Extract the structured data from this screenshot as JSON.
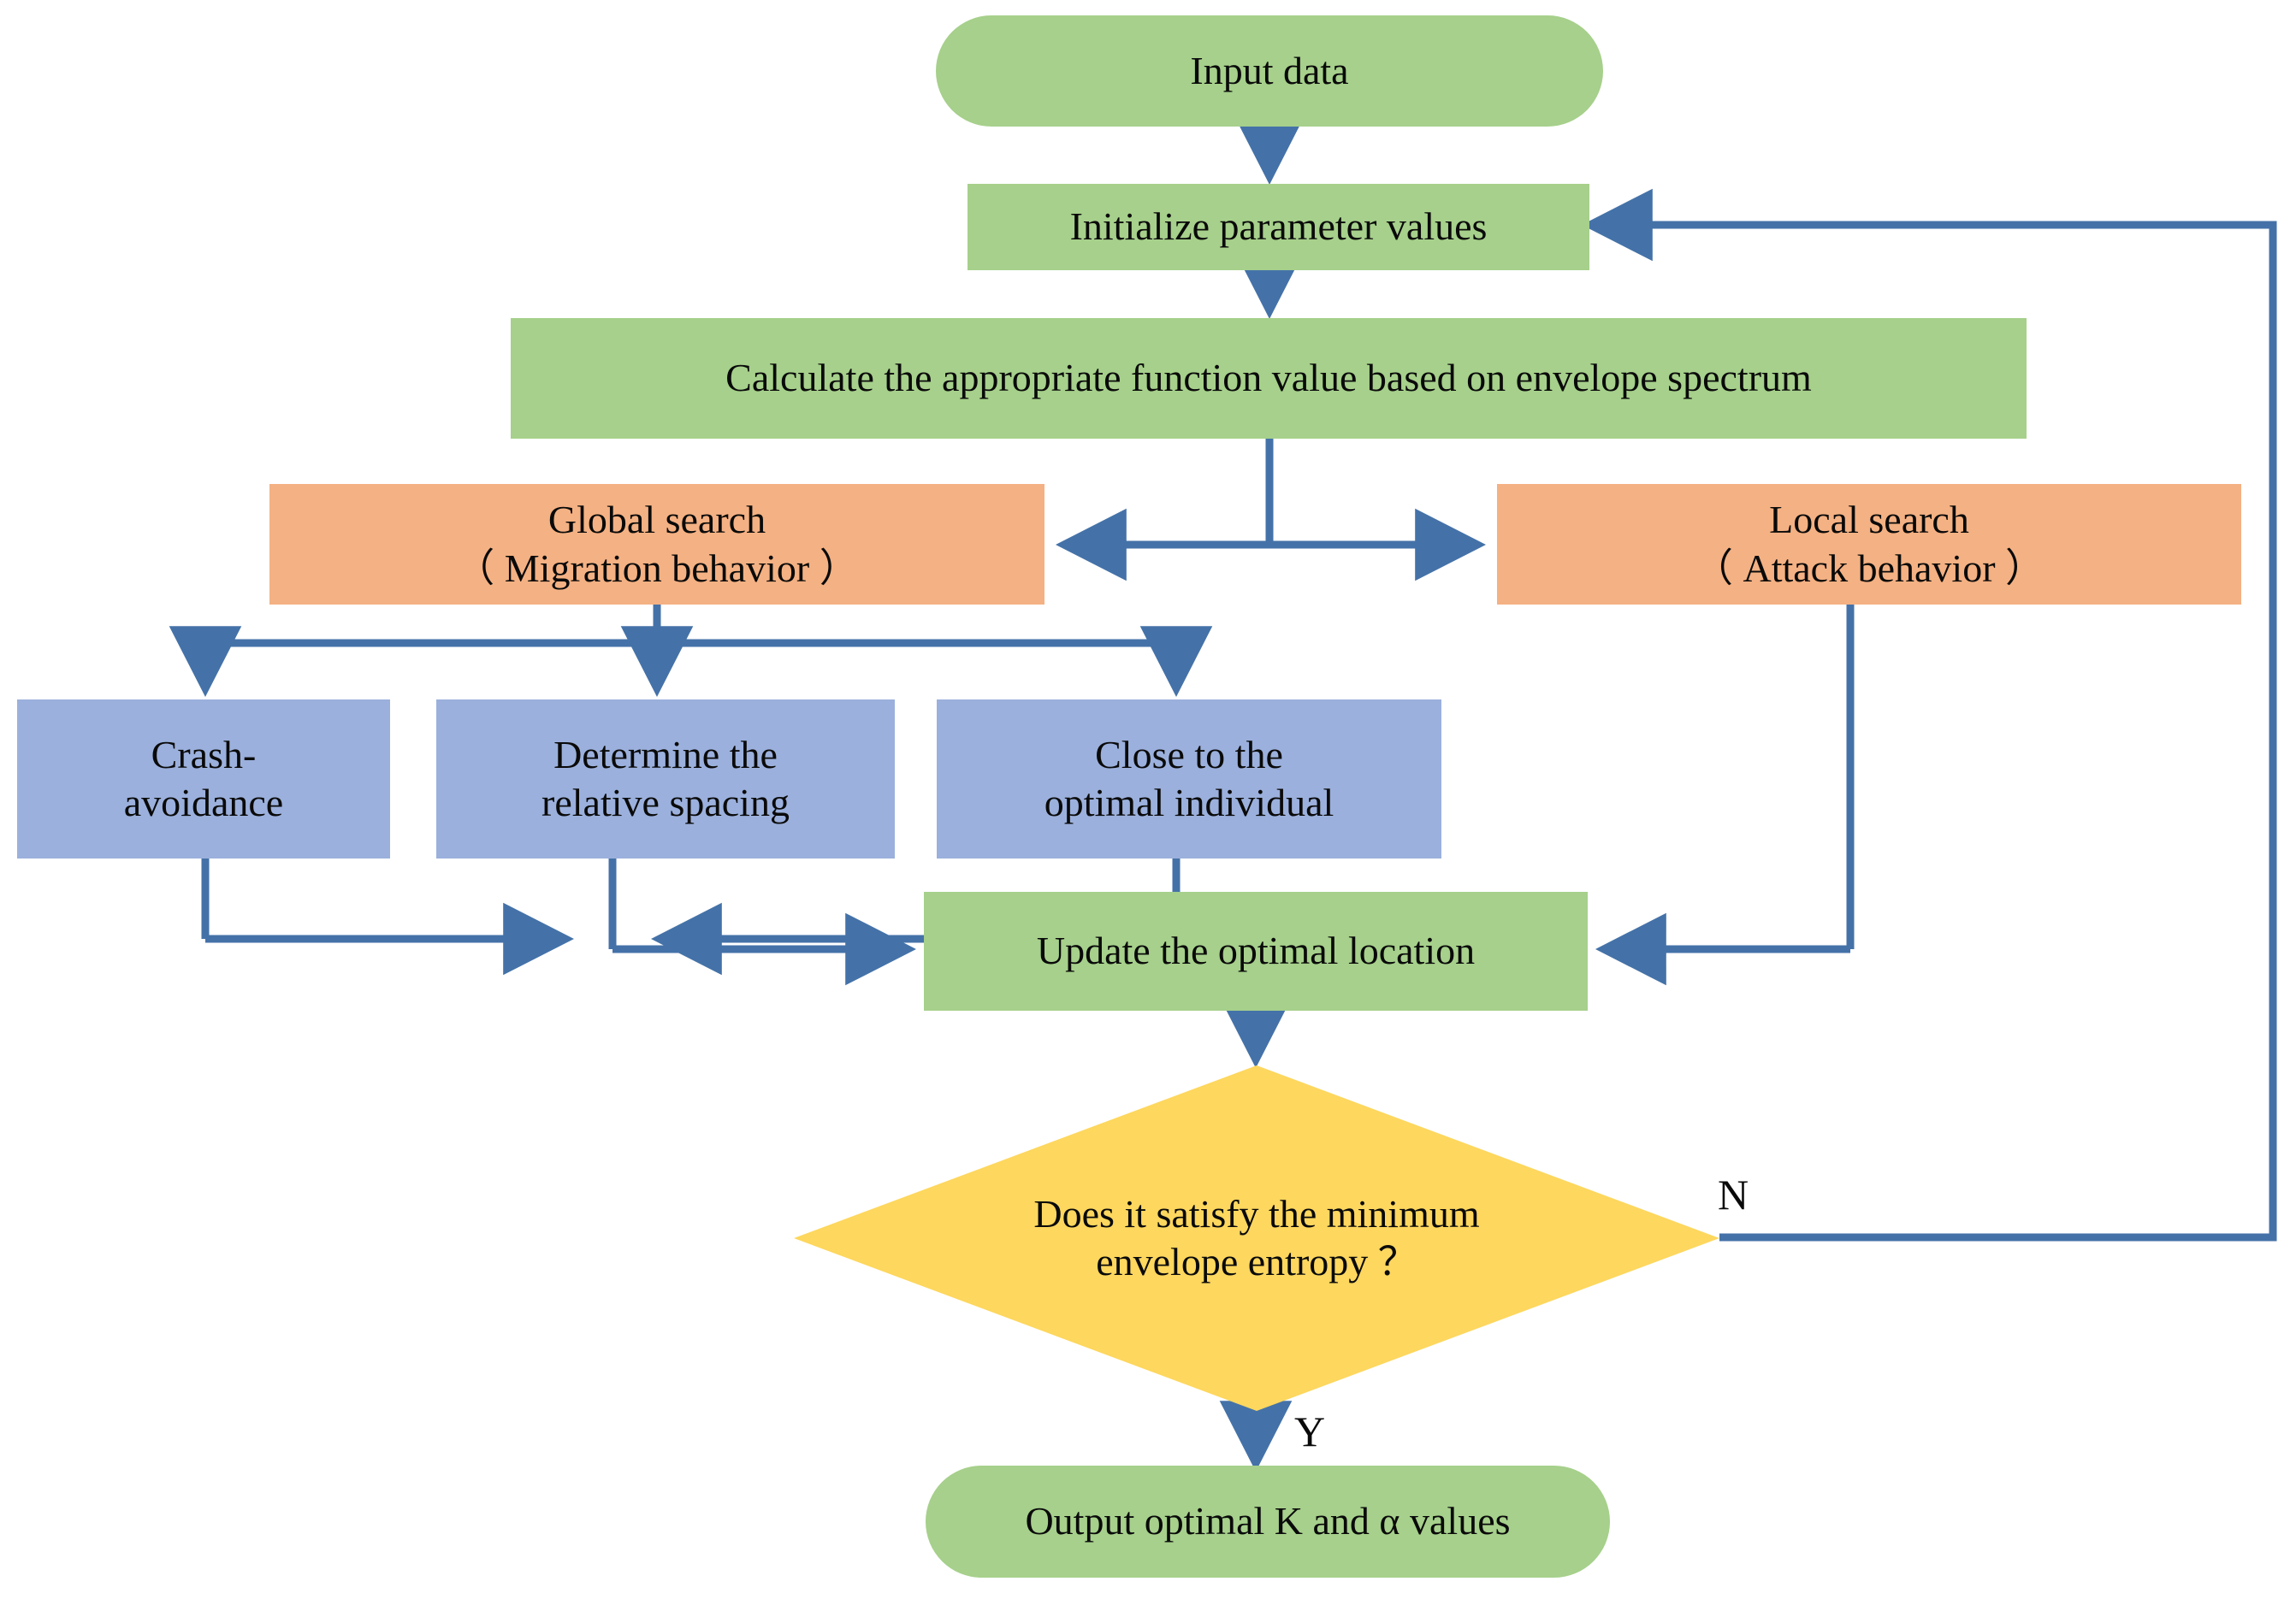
{
  "diagram": {
    "type": "flowchart",
    "title": "Optimization algorithm flowchart for selecting optimal K and alpha values",
    "colors": {
      "terminal_green": "#a6d08b",
      "process_green": "#a6d08b",
      "search_orange": "#f4b183",
      "behavior_blue": "#9bb0dc",
      "decision_yellow": "#fdd75e",
      "connector_blue": "#4472a8",
      "text_black": "#0a0a0a",
      "background": "#ffffff"
    },
    "nodes": [
      {
        "id": "input-data",
        "shape": "terminator",
        "color": "#a6d08b",
        "label": "Input data"
      },
      {
        "id": "initialize-parameters",
        "shape": "process",
        "color": "#a6d08b",
        "label": "Initialize parameter values"
      },
      {
        "id": "calculate-function-value",
        "shape": "process",
        "color": "#a6d08b",
        "label": "Calculate the appropriate function value based on envelope spectrum"
      },
      {
        "id": "global-search",
        "shape": "process",
        "color": "#f4b183",
        "label_line1": "Global search",
        "label_line2": "（ Migration behavior ）"
      },
      {
        "id": "local-search",
        "shape": "process",
        "color": "#f4b183",
        "label_line1": "Local search",
        "label_line2": "（ Attack behavior ）"
      },
      {
        "id": "crash-avoidance",
        "shape": "process",
        "color": "#9bb0dc",
        "label_line1": "Crash-",
        "label_line2": "avoidance"
      },
      {
        "id": "relative-spacing",
        "shape": "process",
        "color": "#9bb0dc",
        "label_line1": "Determine the",
        "label_line2": "relative spacing"
      },
      {
        "id": "close-optimal-individual",
        "shape": "process",
        "color": "#9bb0dc",
        "label_line1": "Close to the",
        "label_line2": "optimal individual"
      },
      {
        "id": "update-optimal-location",
        "shape": "process",
        "color": "#a6d08b",
        "label": "Update the optimal location"
      },
      {
        "id": "decision-envelope-entropy",
        "shape": "decision",
        "color": "#fdd75e",
        "label_line1": "Does it satisfy the minimum",
        "label_line2": "envelope entropy ？"
      },
      {
        "id": "output-optimal-values",
        "shape": "terminator",
        "color": "#a6d08b",
        "label": "Output optimal K and α values"
      }
    ],
    "edge_labels": {
      "no_branch": "N",
      "yes_branch": "Y"
    }
  }
}
